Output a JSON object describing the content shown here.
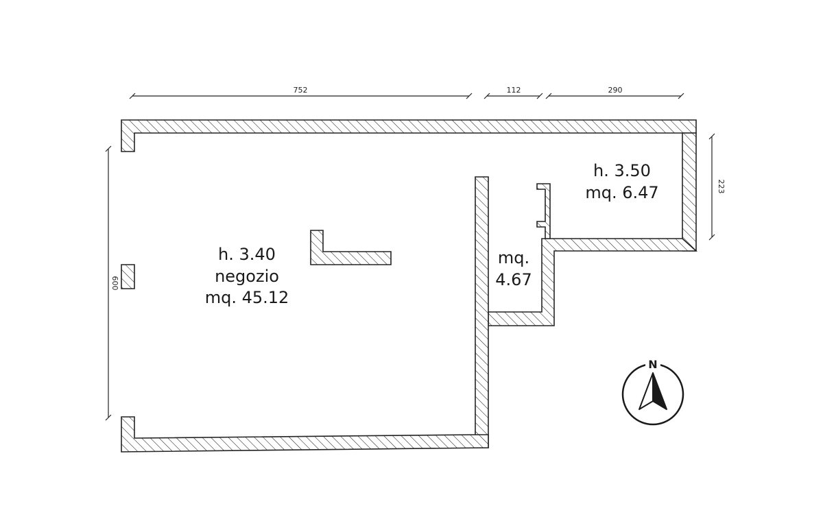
{
  "dimensions": {
    "top_left": "752",
    "top_middle": "112",
    "top_right": "290",
    "left_side": "600",
    "right_side": "223"
  },
  "rooms": {
    "negozio": {
      "height": "h. 3.40",
      "name": "negozio",
      "area": "mq. 45.12"
    },
    "small": {
      "label": "mq.",
      "area": "4.67"
    },
    "right": {
      "height": "h. 3.50",
      "area": "mq. 6.47"
    }
  },
  "compass": {
    "label": "N",
    "icon": "north-arrow-icon"
  },
  "colors": {
    "wall": "#222222",
    "background": "#ffffff"
  }
}
